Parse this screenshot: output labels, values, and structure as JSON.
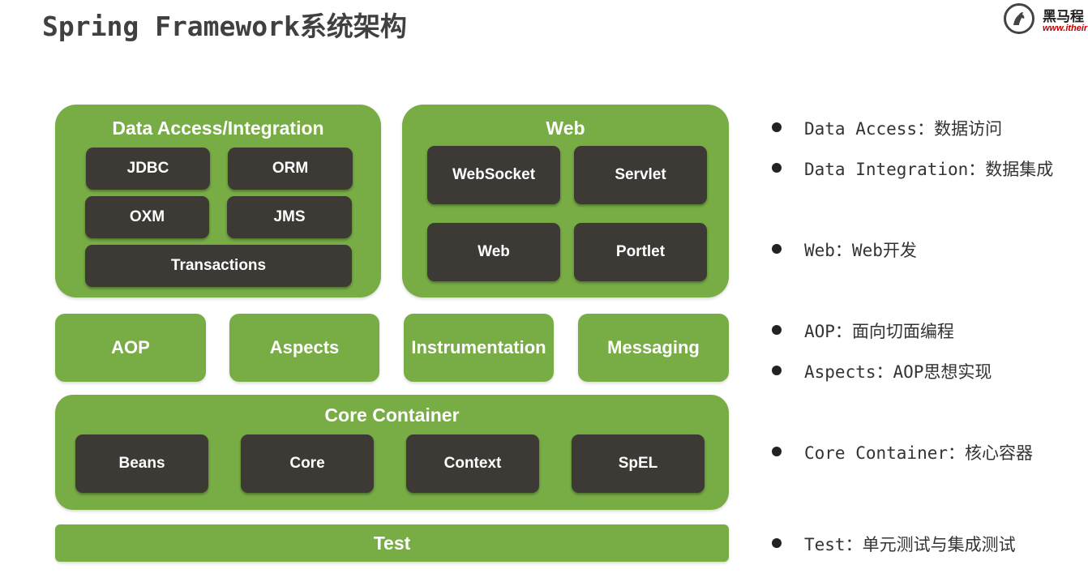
{
  "title": "Spring Framework系统架构",
  "logo": {
    "name": "黑马程",
    "url": "www.itheir"
  },
  "diagram": {
    "data_access": {
      "title": "Data Access/Integration",
      "modules": [
        "JDBC",
        "ORM",
        "OXM",
        "JMS",
        "Transactions"
      ]
    },
    "web": {
      "title": "Web",
      "modules": [
        "WebSocket",
        "Servlet",
        "Web",
        "Portlet"
      ]
    },
    "middle": [
      "AOP",
      "Aspects",
      "Instrumentation",
      "Messaging"
    ],
    "core_container": {
      "title": "Core Container",
      "modules": [
        "Beans",
        "Core",
        "Context",
        "SpEL"
      ]
    },
    "test": "Test"
  },
  "notes": [
    "Data Access：数据访问",
    "Data Integration：数据集成",
    "Web：Web开发",
    "AOP：面向切面编程",
    "Aspects：AOP思想实现",
    "Core Container：核心容器",
    "Test：单元测试与集成测试"
  ],
  "colors": {
    "panel_green": "#78ad45",
    "module_dark": "#3d3935",
    "title_gray": "#404040",
    "logo_url_red": "#c00000"
  }
}
